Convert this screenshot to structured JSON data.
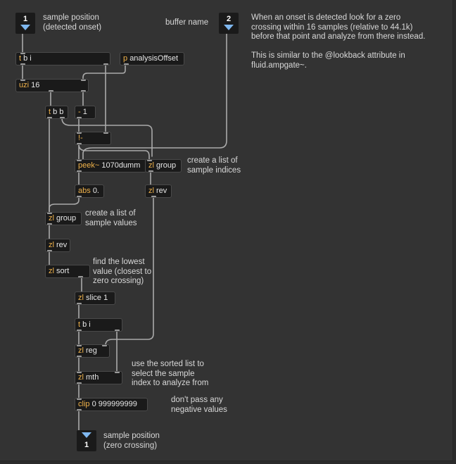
{
  "inlet1": {
    "number": "1",
    "label": "sample position\n(detected onset)"
  },
  "inlet2": {
    "number": "2",
    "label": "buffer name"
  },
  "outlet1": {
    "number": "1",
    "label": "sample position\n(zero crossing)"
  },
  "description": "When an onset is detected look for a zero\ncrossing within 16 samples (relative to 44.1k)\nbefore that point and analyze from there instead.\n\nThis is similar to the @lookback attribute in\nfluid.ampgate~.",
  "objects": {
    "tbi_top": {
      "op": "t",
      "args": "b i"
    },
    "analysis_offset": {
      "op": "p",
      "args": "analysisOffset"
    },
    "uzi": {
      "op": "uzi",
      "args": "16"
    },
    "tbb": {
      "op": "t",
      "args": "b b"
    },
    "minus1": {
      "op": "-",
      "args": "1"
    },
    "rminus": {
      "op": "!-",
      "args": ""
    },
    "peek": {
      "op": "peek~",
      "args": "1070dumm"
    },
    "zl_group_idx": {
      "op": "zl",
      "args": "group"
    },
    "abs": {
      "op": "abs",
      "args": "0."
    },
    "zl_rev_right": {
      "op": "zl",
      "args": "rev"
    },
    "zl_group_vals": {
      "op": "zl",
      "args": "group"
    },
    "zl_rev_left": {
      "op": "zl",
      "args": "rev"
    },
    "zl_sort": {
      "op": "zl",
      "args": "sort"
    },
    "zl_slice": {
      "op": "zl",
      "args": "slice 1"
    },
    "tbi_mid": {
      "op": "t",
      "args": "b i"
    },
    "zl_reg": {
      "op": "zl",
      "args": "reg"
    },
    "zl_mth": {
      "op": "zl",
      "args": "mth"
    },
    "clip": {
      "op": "clip",
      "args": "0 999999999"
    }
  },
  "comments": {
    "list_indices": "create a list of\nsample indices",
    "list_values": "create a list of\nsample values",
    "find_lowest": "find the lowest\nvalue (closest to\nzero crossing)",
    "use_sorted": "use the sorted list to\nselect the sample\nindex to analyze from",
    "no_negative": "don't pass any\nnegative values"
  }
}
